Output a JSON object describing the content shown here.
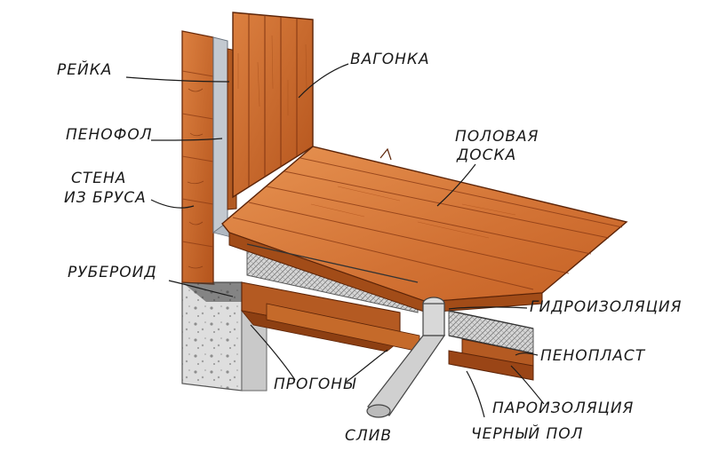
{
  "diagram": {
    "labels": {
      "reyka": "РЕЙКА",
      "penofol": "ПЕНОФОЛ",
      "stena_line1": "СТЕНА",
      "stena_line2": "ИЗ БРУСА",
      "ruberoid": "РУБЕРОИД",
      "vagonka": "ВАГОНКА",
      "polovaya_line1": "ПОЛОВАЯ",
      "polovaya_line2": "ДОСКА",
      "gidroizolyatsiya": "ГИДРОИЗОЛЯЦИЯ",
      "penoplast": "ПЕНОПЛАСТ",
      "paroizolyatsiya": "ПАРОИЗОЛЯЦИЯ",
      "cherny_pol": "ЧЕРНЫЙ ПОЛ",
      "progony": "ПРОГОНЫ",
      "sliv": "СЛИВ"
    },
    "colors": {
      "wood": "#c8642a",
      "wood_dark": "#8a3a14",
      "wood_light": "#e08a4a",
      "insulation": "#cfcfcf",
      "concrete": "#d9d9d9",
      "foil": "#b9c0c8",
      "ink": "#1a1a1a"
    }
  }
}
